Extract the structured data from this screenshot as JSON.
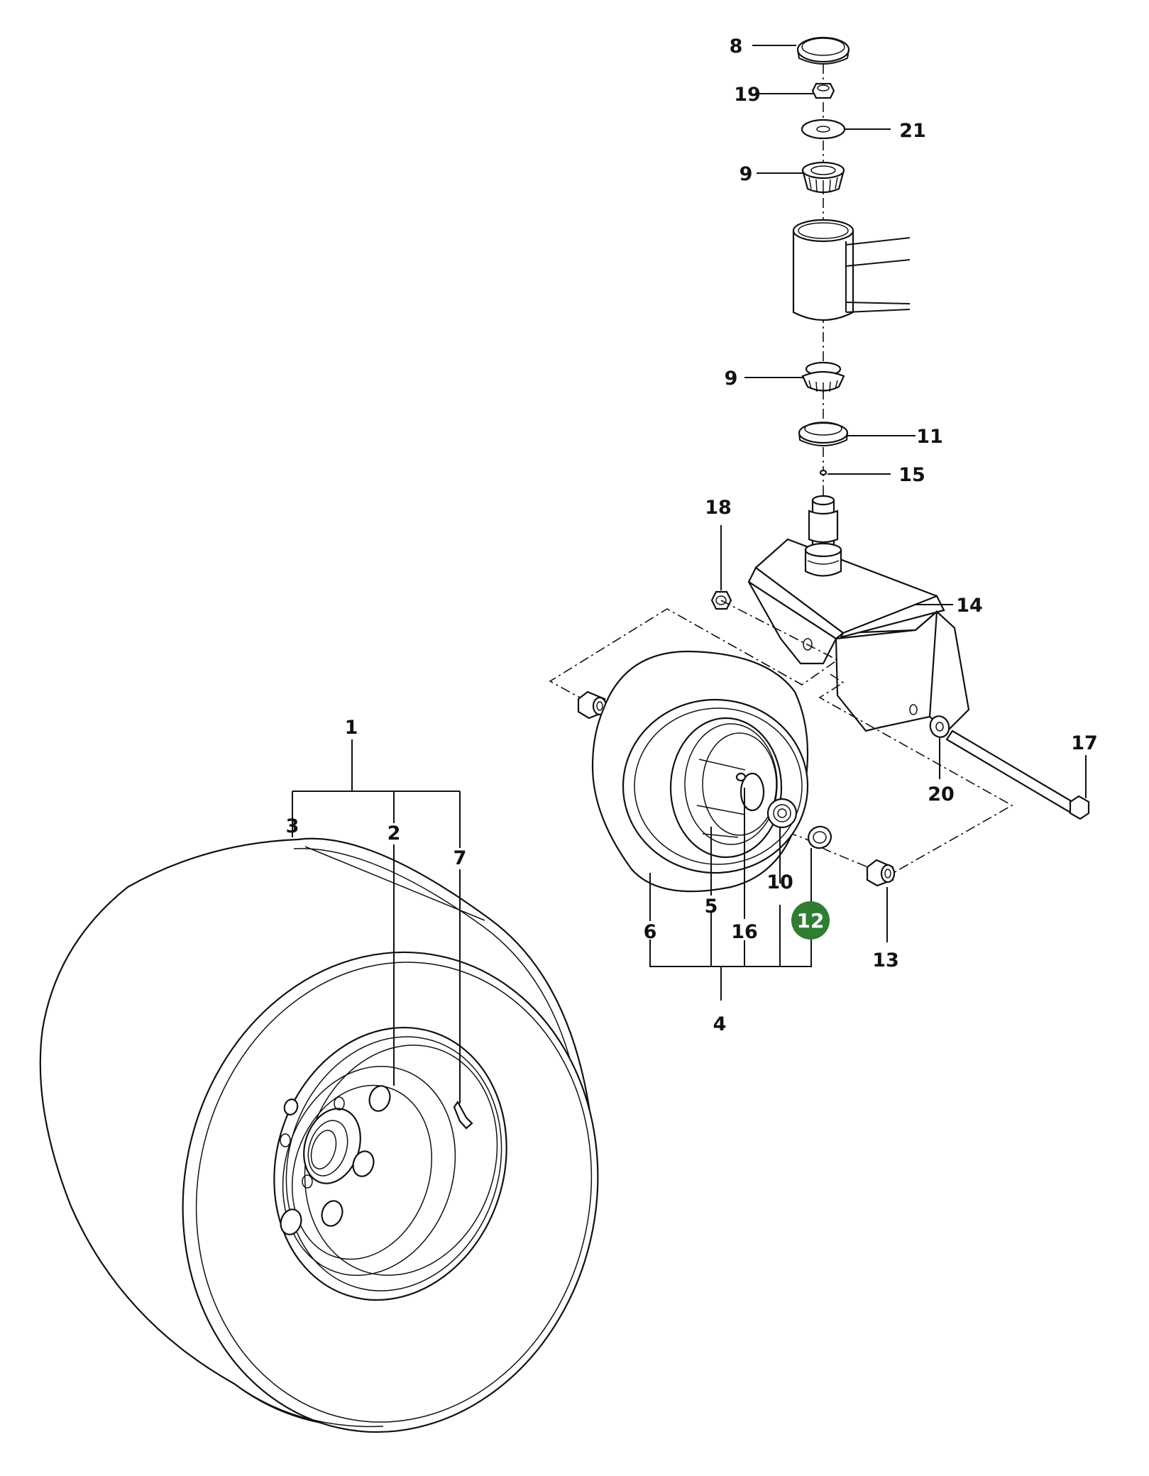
{
  "highlight_color": "#2e7d32",
  "labels": {
    "p1": "1",
    "p2": "2",
    "p3": "3",
    "p4": "4",
    "p5": "5",
    "p6": "6",
    "p7": "7",
    "p8": "8",
    "p9a": "9",
    "p9b": "9",
    "p10": "10",
    "p11": "11",
    "p12": "12",
    "p13": "13",
    "p14": "14",
    "p15": "15",
    "p16": "16",
    "p17": "17",
    "p18": "18",
    "p19": "19",
    "p20": "20",
    "p21": "21"
  },
  "highlighted_part": "12"
}
